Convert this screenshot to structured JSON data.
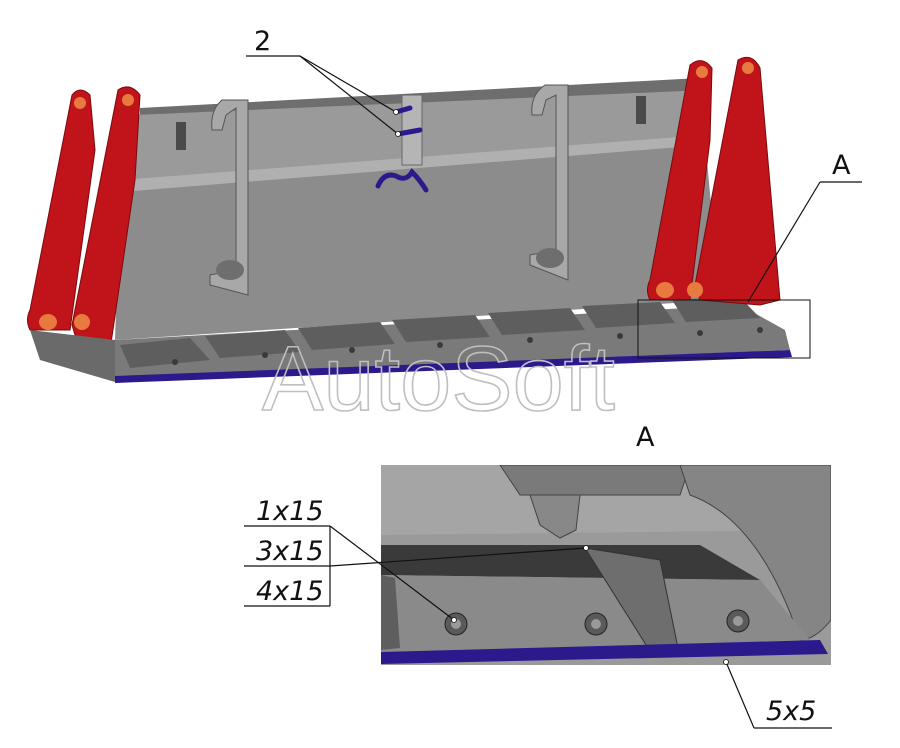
{
  "callouts": {
    "part_number": "2",
    "view_marker": "A",
    "view_title": "A"
  },
  "weld_labels": {
    "row1": "1x15",
    "row2": "3x15",
    "row3": "4x15",
    "bottom": "5x5"
  },
  "watermark": "AutoSoft",
  "colors": {
    "bracket_red": "#c0141a",
    "bucket_gray": "#8a8a8a",
    "weld_blue": "#2a1a8c",
    "pin_orange": "#e87a40"
  }
}
